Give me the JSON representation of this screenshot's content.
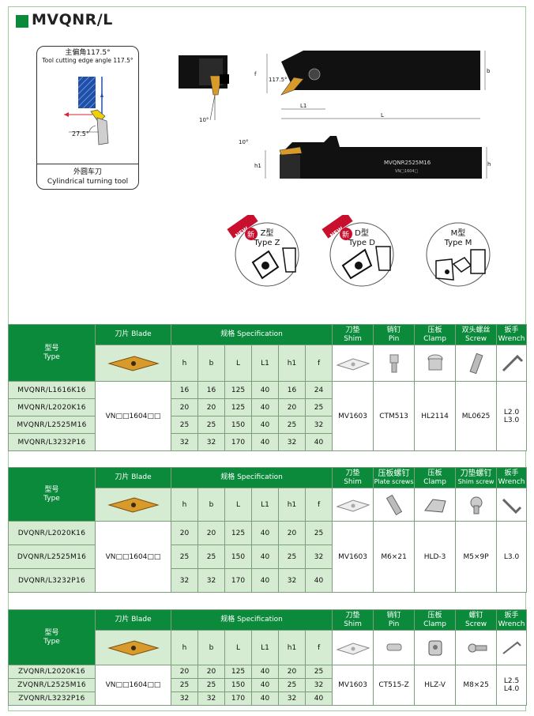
{
  "header": {
    "title": "MVQNR/L"
  },
  "diagram": {
    "head_cn": "主偏角117.5°",
    "head_en": "Tool cutting edge angle 117.5°",
    "angle_label": "27.5°",
    "foot_cn": "外圆车刀",
    "foot_en": "Cylindrical turning tool"
  },
  "drawing": {
    "angle_top": "117.5°",
    "angle_side": "10°",
    "angle_side2": "10°",
    "dim_f": "f",
    "dim_b": "b",
    "dim_L1": "L1",
    "dim_L": "L",
    "dim_h": "h",
    "dim_h1": "h1",
    "engraving": "MVQNR2525M16",
    "engraving_small": "VN□1604□"
  },
  "types": [
    {
      "new_mark": "NEW",
      "new_cn": "新",
      "cn": "Z型",
      "en": "Type Z"
    },
    {
      "new_mark": "NEW",
      "new_cn": "新",
      "cn": "D型",
      "en": "Type D"
    },
    {
      "cn": "M型",
      "en": "Type M"
    }
  ],
  "table1": {
    "type_cn": "型号",
    "type_en": "Type",
    "blade": "刀片 Blade",
    "spec": "规格 Specification",
    "cols": [
      "h",
      "b",
      "L",
      "L1",
      "h1",
      "f"
    ],
    "acc": [
      {
        "cn": "刀垫",
        "en": "Shim"
      },
      {
        "cn": "销钉",
        "en": "Pin"
      },
      {
        "cn": "压板",
        "en": "Clamp"
      },
      {
        "cn": "双头螺丝",
        "en": "Screw"
      },
      {
        "cn": "扳手",
        "en": "Wrench"
      }
    ],
    "rows": [
      {
        "model": "MVQNR/L1616K16",
        "vals": [
          "16",
          "16",
          "125",
          "40",
          "16",
          "24"
        ]
      },
      {
        "model": "MVQNR/L2020K16",
        "vals": [
          "20",
          "20",
          "125",
          "40",
          "20",
          "25"
        ]
      },
      {
        "model": "MVQNR/L2525M16",
        "vals": [
          "25",
          "25",
          "150",
          "40",
          "25",
          "32"
        ]
      },
      {
        "model": "MVQNR/L3232P16",
        "vals": [
          "32",
          "32",
          "170",
          "40",
          "32",
          "40"
        ]
      }
    ],
    "blade_code": "VN□□1604□□",
    "shim": "MV1603",
    "pin": "CTM513",
    "clamp": "HL2114",
    "screw": "ML0625",
    "wrench1": "L2.0",
    "wrench2": "L3.0"
  },
  "table2": {
    "type_cn": "型号",
    "type_en": "Type",
    "blade": "刀片 Blade",
    "spec": "规格 Specification",
    "cols": [
      "h",
      "b",
      "L",
      "L1",
      "h1",
      "f"
    ],
    "acc": [
      {
        "cn": "刀垫",
        "en": "Shim"
      },
      {
        "cn": "压板螺钉",
        "en": "Plate screws"
      },
      {
        "cn": "压板",
        "en": "Clamp"
      },
      {
        "cn": "刀垫螺钉",
        "en": "Shim screw"
      },
      {
        "cn": "扳手",
        "en": "Wrench"
      }
    ],
    "rows": [
      {
        "model": "DVQNR/L2020K16",
        "vals": [
          "20",
          "20",
          "125",
          "40",
          "20",
          "25"
        ]
      },
      {
        "model": "DVQNR/L2525M16",
        "vals": [
          "25",
          "25",
          "150",
          "40",
          "25",
          "32"
        ]
      },
      {
        "model": "DVQNR/L3232P16",
        "vals": [
          "32",
          "32",
          "170",
          "40",
          "32",
          "40"
        ]
      }
    ],
    "blade_code": "VN□□1604□□",
    "shim": "MV1603",
    "pin": "M6×21",
    "clamp": "HLD-3",
    "screw": "M5×9P",
    "wrench1": "L3.0"
  },
  "table3": {
    "type_cn": "型号",
    "type_en": "Type",
    "blade": "刀片 Blade",
    "spec": "规格 Specification",
    "cols": [
      "h",
      "b",
      "L",
      "L1",
      "h1",
      "f"
    ],
    "acc": [
      {
        "cn": "刀垫",
        "en": "Shim"
      },
      {
        "cn": "销钉",
        "en": "Pin"
      },
      {
        "cn": "压板",
        "en": "Clamp"
      },
      {
        "cn": "螺钉",
        "en": "Screw"
      },
      {
        "cn": "扳手",
        "en": "Wrench"
      }
    ],
    "rows": [
      {
        "model": "ZVQNR/L2020K16",
        "vals": [
          "20",
          "20",
          "125",
          "40",
          "20",
          "25"
        ]
      },
      {
        "model": "ZVQNR/L2525M16",
        "vals": [
          "25",
          "25",
          "150",
          "40",
          "25",
          "32"
        ]
      },
      {
        "model": "ZVQNR/L3232P16",
        "vals": [
          "32",
          "32",
          "170",
          "40",
          "32",
          "40"
        ]
      }
    ],
    "blade_code": "VN□□1604□□",
    "shim": "MV1603",
    "pin": "CT515-Z",
    "clamp": "HLZ-V",
    "screw": "M8×25",
    "wrench1": "L2.5",
    "wrench2": "L4.0"
  },
  "colors": {
    "brand_green": "#0a8a3a",
    "light_green": "#d6ecd2",
    "insert_gold": "#d89a2a",
    "new_red": "#c8102e"
  }
}
